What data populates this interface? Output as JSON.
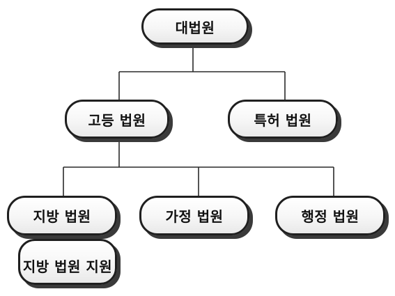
{
  "diagram": {
    "root": "대법원",
    "level2": {
      "high_court": "고등 법원",
      "patent_court": "특허 법원"
    },
    "level3": {
      "district_court": "지방 법원",
      "family_court": "가정 법원",
      "administrative_court": "행정 법원"
    },
    "branch": "지방 법원 지원"
  }
}
